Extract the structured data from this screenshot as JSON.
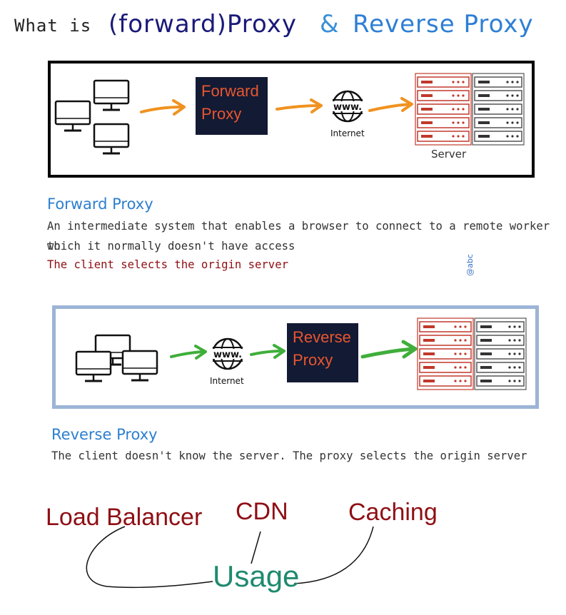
{
  "title": {
    "what_is": "What is",
    "forward": "(forward)Proxy",
    "amp": "&",
    "reverse": "Reverse Proxy"
  },
  "forward_diagram": {
    "proxy_label_line1": "Forward",
    "proxy_label_line2": "Proxy",
    "internet_label": "Internet",
    "server_label": "Server",
    "arrow_color": "#f0921f"
  },
  "forward_section": {
    "heading": "Forward Proxy",
    "line1": "An intermediate system that enables a browser to connect to a remote worker to",
    "line2": "which it normally doesn't have access",
    "highlight": "The client selects the origin server"
  },
  "signature": "@abc",
  "reverse_diagram": {
    "internet_label": "Internet",
    "proxy_label_line1": "Reverse",
    "proxy_label_line2": "Proxy",
    "arrow_color": "#3fae3a"
  },
  "reverse_section": {
    "heading": "Reverse Proxy",
    "line1": "The client doesn't know the server. The proxy selects the origin server"
  },
  "usage": {
    "center": "Usage",
    "items": [
      "Load Balancer",
      "CDN",
      "Caching"
    ]
  },
  "colors": {
    "proxy_box_bg": "#131a34",
    "proxy_box_text": "#e8562e",
    "heading_blue": "#2d7fcf",
    "dark_red": "#8f0f14",
    "usage_green": "#1f8a6f",
    "server_red": "#c0392b",
    "server_gray": "#555555"
  }
}
